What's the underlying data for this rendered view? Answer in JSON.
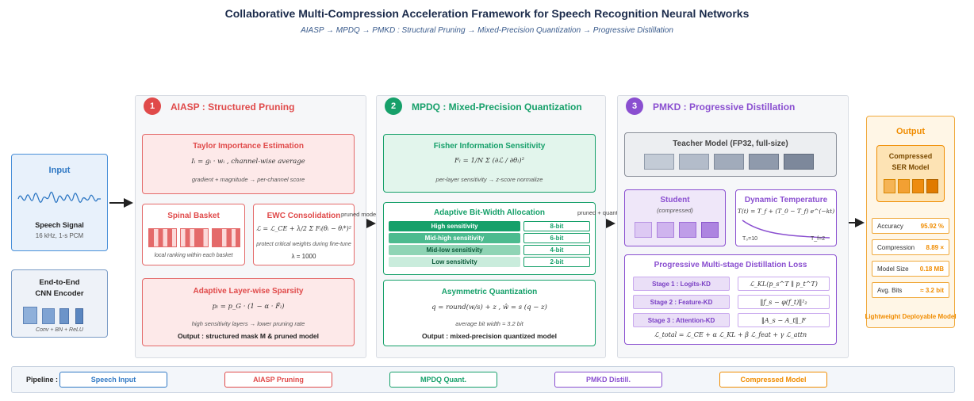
{
  "header": {
    "title": "Collaborative Multi-Compression Acceleration Framework for Speech Recognition Neural Networks",
    "subtitle": "AIASP  →  MPDQ  →  PMKD   :   Structural Pruning  →  Mixed-Precision Quantization  →  Progressive Distillation"
  },
  "input": {
    "title": "Input",
    "label": "Speech Signal",
    "sublabel": "16 kHz,  1-s PCM"
  },
  "encoder": {
    "title_line1": "End-to-End",
    "title_line2": "CNN Encoder",
    "caption": "Conv  +  BN  +  ReLU"
  },
  "panel1": {
    "number": "1",
    "title": "AIASP  :  Structured Pruning",
    "taylor": {
      "title": "Taylor Importance Estimation",
      "formula": "Iᵢ = gᵢ · wᵢ ,   channel-wise average",
      "note": "gradient + magnitude  →  per-channel score"
    },
    "spinal": {
      "title": "Spinal Basket",
      "note": "local ranking within each basket"
    },
    "ewc": {
      "title": "EWC Consolidation",
      "formula": "ℒ = ℒ_CE + λ/2 Σ Fᵢ(θᵢ − θᵢ*)²",
      "note": "protect critical weights during fine-tune",
      "lambda": "λ = 1000"
    },
    "sparsity": {
      "title": "Adaptive Layer-wise Sparsity",
      "formula": "pₗ = p_G · (1 − α · F̃ₗ)",
      "note": "high sensitivity layers  →  lower pruning rate",
      "output": "Output : structured mask  M  &  pruned model"
    }
  },
  "flow1": "pruned model",
  "panel2": {
    "number": "2",
    "title": "MPDQ  :  Mixed-Precision Quantization",
    "fisher": {
      "title": "Fisher Information Sensitivity",
      "formula": "Fₗ = 1/N Σ (∂ℒ / ∂θₗ)²",
      "note": "per-layer sensitivity  →  z-score normalize"
    },
    "bitwidth": {
      "title": "Adaptive Bit-Width Allocation",
      "rows": [
        {
          "label": "High sensitivity",
          "bits": "8-bit"
        },
        {
          "label": "Mid-high sensitivity",
          "bits": "6-bit"
        },
        {
          "label": "Mid-low sensitivity",
          "bits": "4-bit"
        },
        {
          "label": "Low sensitivity",
          "bits": "2-bit"
        }
      ]
    },
    "asym": {
      "title": "Asymmetric Quantization",
      "formula": "q = round(w/s) + z ,   ŵ = s (q − z)",
      "note": "average bit width  ≈  3.2 bit",
      "output": "Output : mixed-precision quantized model"
    }
  },
  "flow2": "pruned + quantized",
  "panel3": {
    "number": "3",
    "title": "PMKD  :  Progressive Distillation",
    "teacher": {
      "title": "Teacher Model  (FP32, full-size)"
    },
    "student": {
      "title": "Student",
      "sub": "(compressed)"
    },
    "temperature": {
      "title": "Dynamic Temperature",
      "formula": "T(t) = T_f + (T_0 − T_f) e^(−kt)",
      "t_start": "T₀=10",
      "t_end": "T_f=2"
    },
    "loss": {
      "title": "Progressive Multi-stage Distillation Loss",
      "stages": [
        {
          "label": "Stage 1 : Logits-KD",
          "eq": "ℒ_KL(p_s^T ∥ p_t^T)"
        },
        {
          "label": "Stage 2 : Feature-KD",
          "eq": "‖f_s − φ(f_t)‖²₂"
        },
        {
          "label": "Stage 3 : Attention-KD",
          "eq": "‖A_s − A_t‖_F"
        }
      ],
      "total": "ℒ_total = ℒ_CE + α ℒ_KL + β ℒ_feat + γ ℒ_attn"
    }
  },
  "output": {
    "title": "Output",
    "model_line1": "Compressed",
    "model_line2": "SER Model",
    "metrics": [
      {
        "label": "Accuracy",
        "value": "95.92 %"
      },
      {
        "label": "Compression",
        "value": "8.89 ×"
      },
      {
        "label": "Model Size",
        "value": "0.18 MB"
      },
      {
        "label": "Avg. Bits",
        "value": "≈ 3.2 bit"
      }
    ],
    "footer": "Lightweight Deployable Model"
  },
  "pipeline": {
    "label": "Pipeline :",
    "steps": [
      "Speech Input",
      "AIASP Pruning",
      "MPDQ Quant.",
      "PMKD Distill.",
      "Compressed Model"
    ]
  },
  "colors": {
    "red": "#e04a4a",
    "green": "#16a06a",
    "purple": "#8a4fd0",
    "orange": "#f08c00",
    "blue": "#2f78c4"
  }
}
